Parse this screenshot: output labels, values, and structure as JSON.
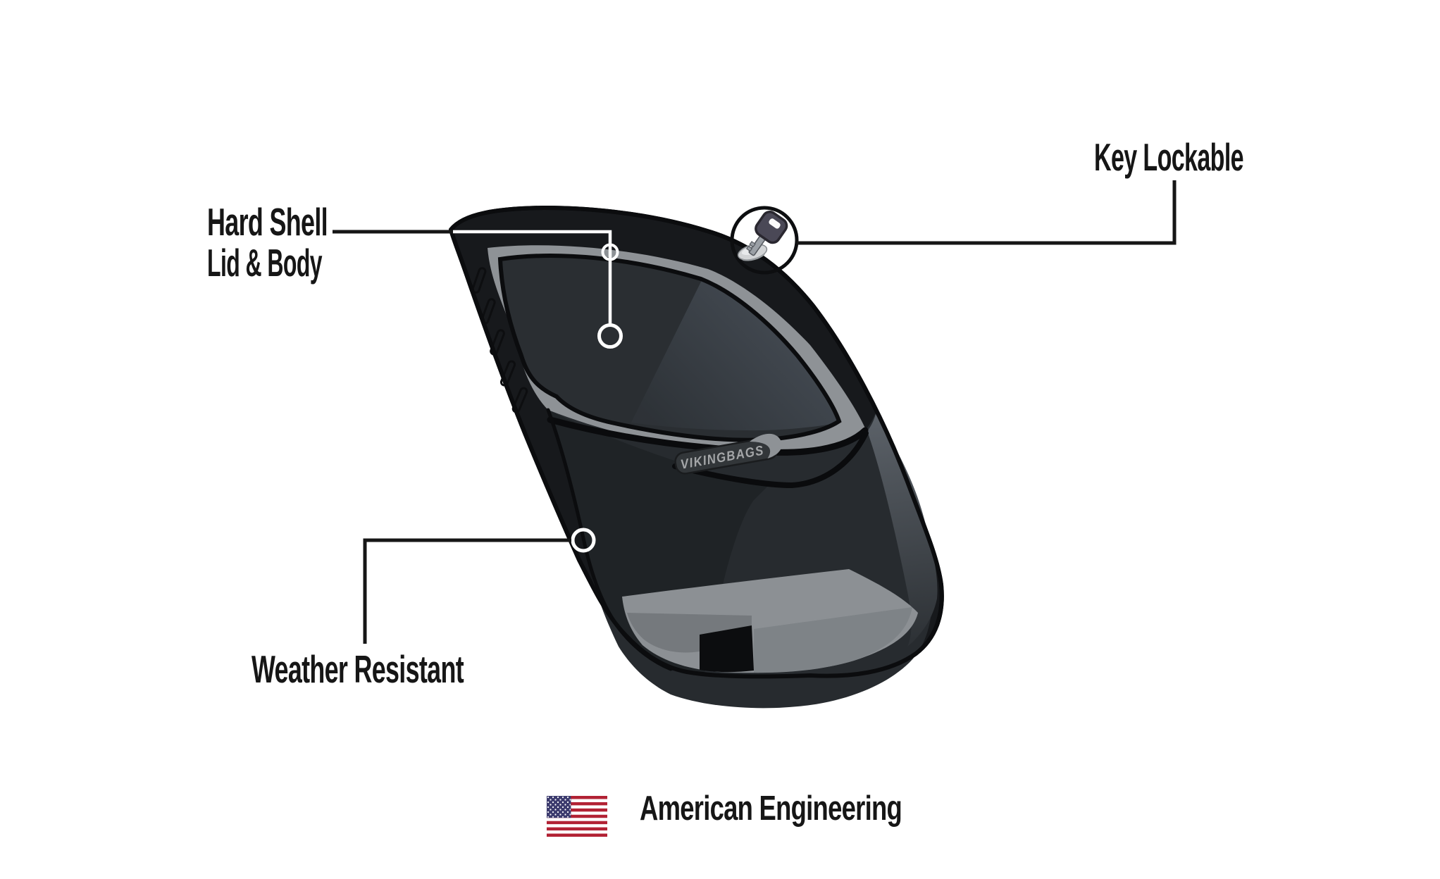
{
  "illustration": {
    "subject": "hard-shell motorcycle trunk bag",
    "brand_badge": {
      "text": "VIKINGBAGS"
    }
  },
  "callouts": {
    "hard_shell": {
      "line1": "Hard Shell",
      "line2": "Lid & Body"
    },
    "key_lockable": {
      "label": "Key Lockable"
    },
    "weather_resistant": {
      "label": "Weather Resistant"
    }
  },
  "footer": {
    "caption": "American Engineering",
    "flag_icon": "us-flag-icon"
  },
  "icons": {
    "key": "key-icon",
    "lock_grommet": "keyhole-grommet-icon",
    "markers": "callout-marker-rings"
  },
  "colors": {
    "background": "#ffffff",
    "ink": "#161616",
    "callout_line": "#161616",
    "marker_white": "#ffffff",
    "bag_shell": "#17191c",
    "bag_outline": "#0b0c0e",
    "rim_gray": "#8e9296",
    "lid_window": "#2a2e32",
    "body_face": "#272b2f",
    "body_shadow": "#1f2326",
    "base_gray": "#8c9094",
    "base_gray_right": "#7e8387",
    "base_step_gray": "#75797d",
    "badge_plate": "#323639",
    "badge_text": "#a4a6a8",
    "key_head": "#4a4856",
    "key_shaft": "#9ba0a6",
    "grommet": "#d2d4d6",
    "flag_red": "#b22234",
    "flag_blue": "#3c3b6e"
  }
}
